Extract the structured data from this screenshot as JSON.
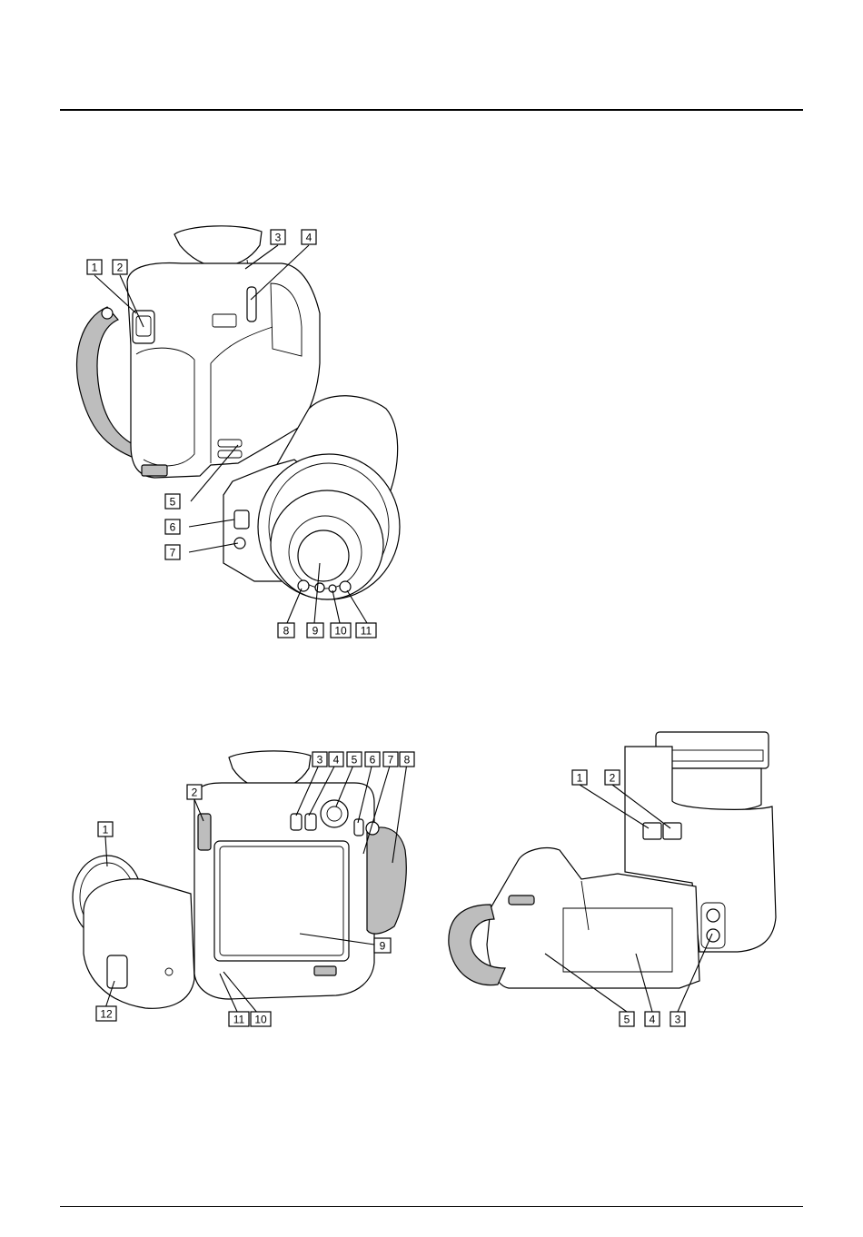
{
  "figures": {
    "front_view": {
      "callouts": [
        "1",
        "2",
        "3",
        "4",
        "5",
        "6",
        "7",
        "8",
        "9",
        "10",
        "11"
      ]
    },
    "rear_view": {
      "callouts": [
        "1",
        "2",
        "3",
        "4",
        "5",
        "6",
        "7",
        "8",
        "9",
        "10",
        "11",
        "12"
      ]
    },
    "side_view": {
      "callouts": [
        "1",
        "2",
        "3",
        "4",
        "5"
      ]
    }
  },
  "colors": {
    "line": "#000000",
    "background": "#ffffff",
    "strap": "#bdbdbd"
  }
}
